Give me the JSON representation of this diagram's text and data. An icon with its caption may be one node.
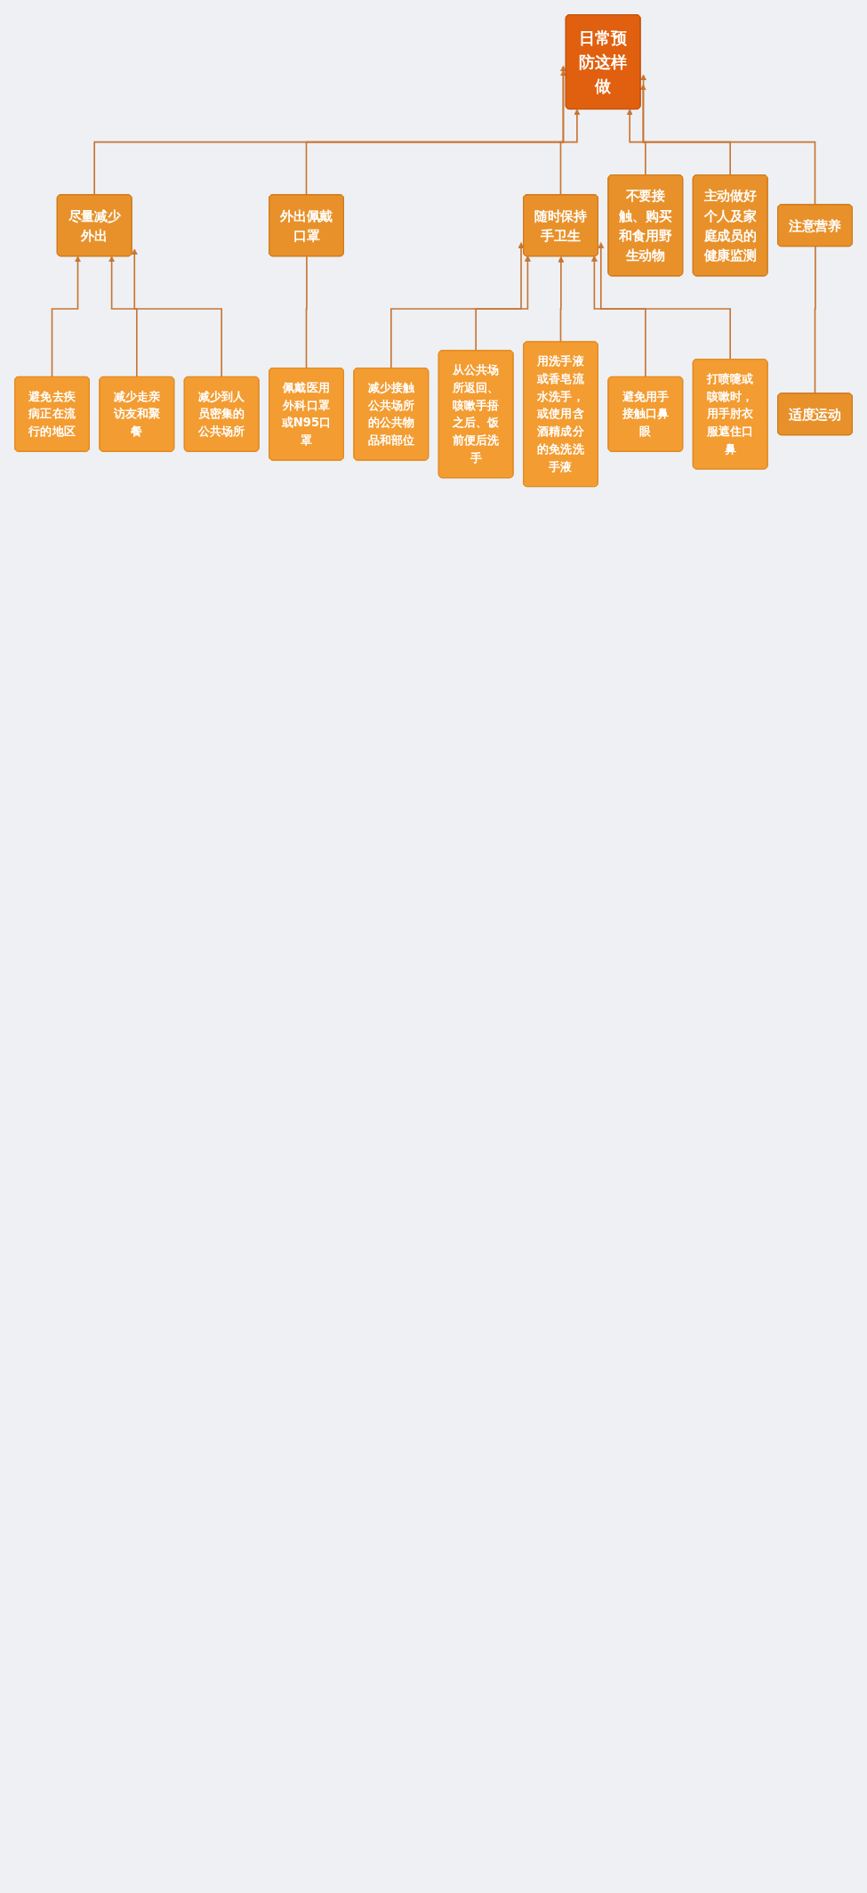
{
  "diagram": {
    "nodes": [
      {
        "text": [
          "日常预防这样做"
        ]
      },
      {
        "text": [
          "尽量减少外出"
        ]
      },
      {
        "text": [
          "外出佩戴口罩"
        ]
      },
      {
        "text": [
          "随时保持手卫生"
        ]
      },
      {
        "text": [
          "不要接触、购买和食用野生动物"
        ]
      },
      {
        "text": [
          "主动做好个人及家庭成员的健康监测"
        ]
      },
      {
        "text": [
          "注意营养"
        ]
      },
      {
        "text": [
          "适度运动"
        ]
      },
      {
        "text": [
          "避免去疾病正在流行的地区"
        ]
      },
      {
        "text": [
          "减少走亲访友和聚餐"
        ]
      },
      {
        "text": [
          "减少到人员密集的公共场所"
        ]
      },
      {
        "text": [
          "佩戴医用外科口罩或N95口罩"
        ]
      },
      {
        "text": [
          "减少接触公共场所的公共物品和部位"
        ]
      },
      {
        "text": [
          "从公共场所返回、咳嗽手捂之后、饭前便后洗手"
        ]
      },
      {
        "text": [
          "用洗手液或香皂流水洗手，或使用含酒精成分的免洗洗手液"
        ]
      },
      {
        "text": [
          "避免用手接触口鼻眼"
        ]
      },
      {
        "text": [
          "打喷嚏或咳嗽时，用手肘衣服遮住口鼻"
        ]
      }
    ],
    "edges": [
      {
        "from": 1,
        "to": 0,
        "arrow": "to"
      },
      {
        "from": 2,
        "to": 0,
        "arrow": "to"
      },
      {
        "from": 3,
        "to": 0,
        "arrow": "to"
      },
      {
        "from": 4,
        "to": 0,
        "arrow": "to"
      },
      {
        "from": 5,
        "to": 0,
        "arrow": "to"
      },
      {
        "from": 6,
        "to": 0,
        "arrow": "to"
      },
      {
        "from": 7,
        "to": 6,
        "arrow": "none"
      },
      {
        "from": 8,
        "to": 1,
        "arrow": "to"
      },
      {
        "from": 9,
        "to": 1,
        "arrow": "to"
      },
      {
        "from": 10,
        "to": 1,
        "arrow": "to"
      },
      {
        "from": 11,
        "to": 2,
        "arrow": "none"
      },
      {
        "from": 12,
        "to": 3,
        "arrow": "to"
      },
      {
        "from": 13,
        "to": 3,
        "arrow": "to"
      },
      {
        "from": 14,
        "to": 3,
        "arrow": "to"
      },
      {
        "from": 15,
        "to": 3,
        "arrow": "to"
      },
      {
        "from": 16,
        "to": 3,
        "arrow": "to"
      }
    ]
  }
}
